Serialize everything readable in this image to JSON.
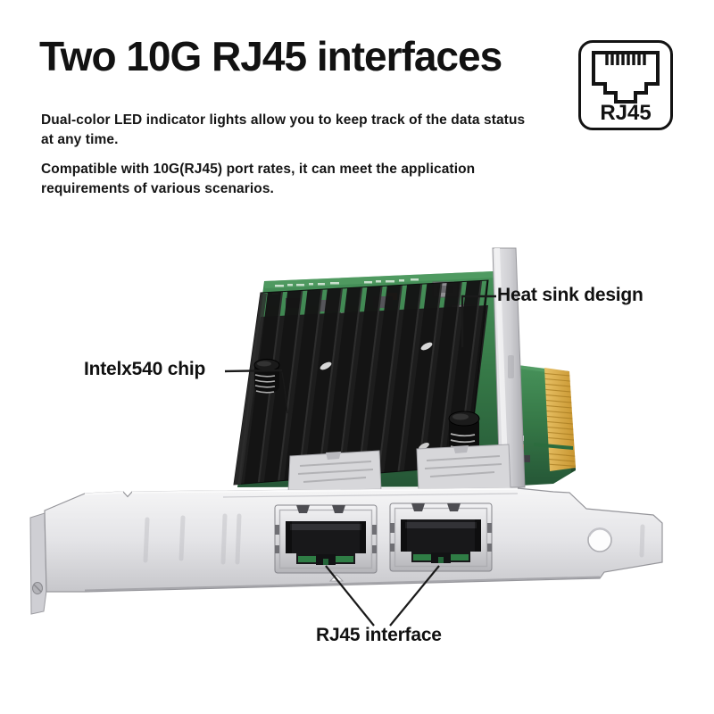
{
  "header": {
    "title": "Two 10G RJ45 interfaces",
    "description_1": "Dual-color LED indicator lights allow you to keep track of the data status at any time.",
    "description_2": "Compatible with 10G(RJ45) port rates, it can meet the application requirements of various scenarios."
  },
  "badge": {
    "label": "RJ45",
    "icon": "rj45-port-icon"
  },
  "callouts": {
    "heatsink": {
      "label": "Heat sink design"
    },
    "chip": {
      "label": "Intelx540 chip"
    },
    "ports": {
      "label": "RJ45 interface"
    }
  },
  "product": {
    "kind": "dual-port 10G RJ45 PCIe network adapter photo",
    "port_count": 2,
    "colors": {
      "text": "#121212",
      "pcb_green": "#3d8050",
      "pcb_green_dark": "#2c5e3b",
      "heatsink_black": "#161616",
      "bracket_silver": "#e2e2e5",
      "connector_gold": "#d9a945",
      "background": "#ffffff"
    }
  }
}
